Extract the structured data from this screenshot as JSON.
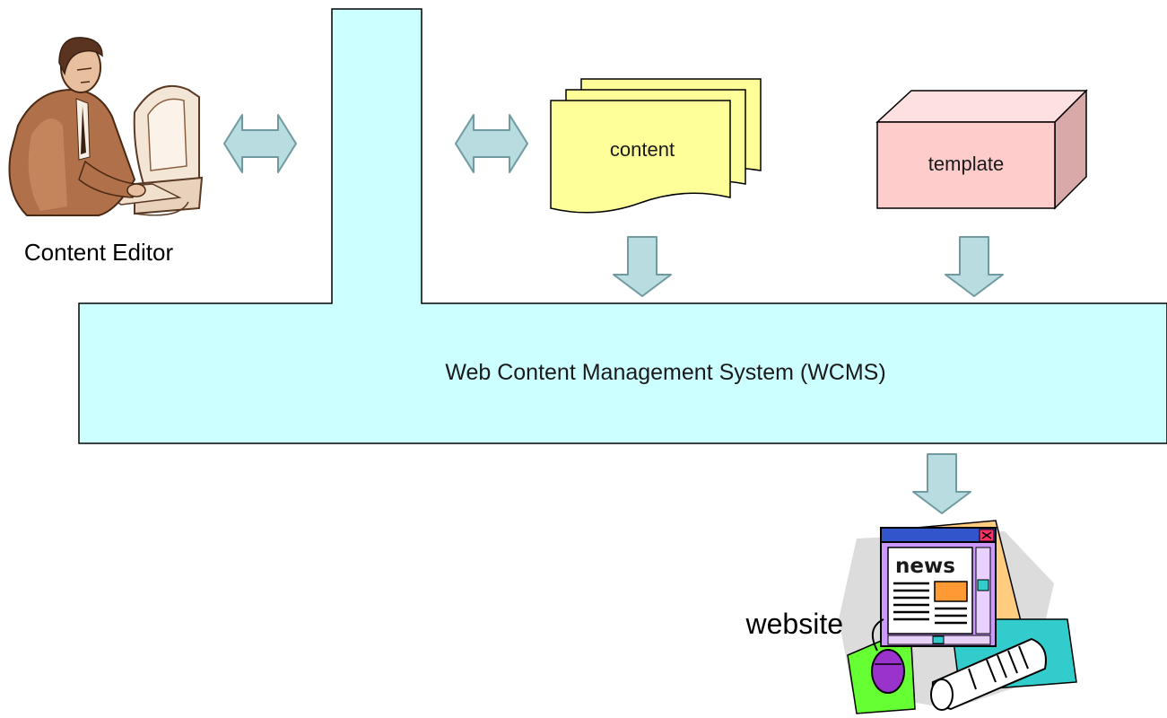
{
  "labels": {
    "editor": "Content Editor",
    "content": "content",
    "template": "template",
    "system": "Web Content Management System (WCMS)",
    "website": "website",
    "news": "news"
  },
  "colors": {
    "system_fill": "#ccffff",
    "content_fill": "#ffff99",
    "template_front": "#ffcccc",
    "template_top": "#ffe0e0",
    "template_side": "#d9a8a8",
    "arrow_fill": "#b8dce0",
    "arrow_stroke": "#6f9aa0",
    "outline": "#000000"
  },
  "icons": {
    "editor": "person-at-computer-icon",
    "website": "news-website-icon"
  }
}
